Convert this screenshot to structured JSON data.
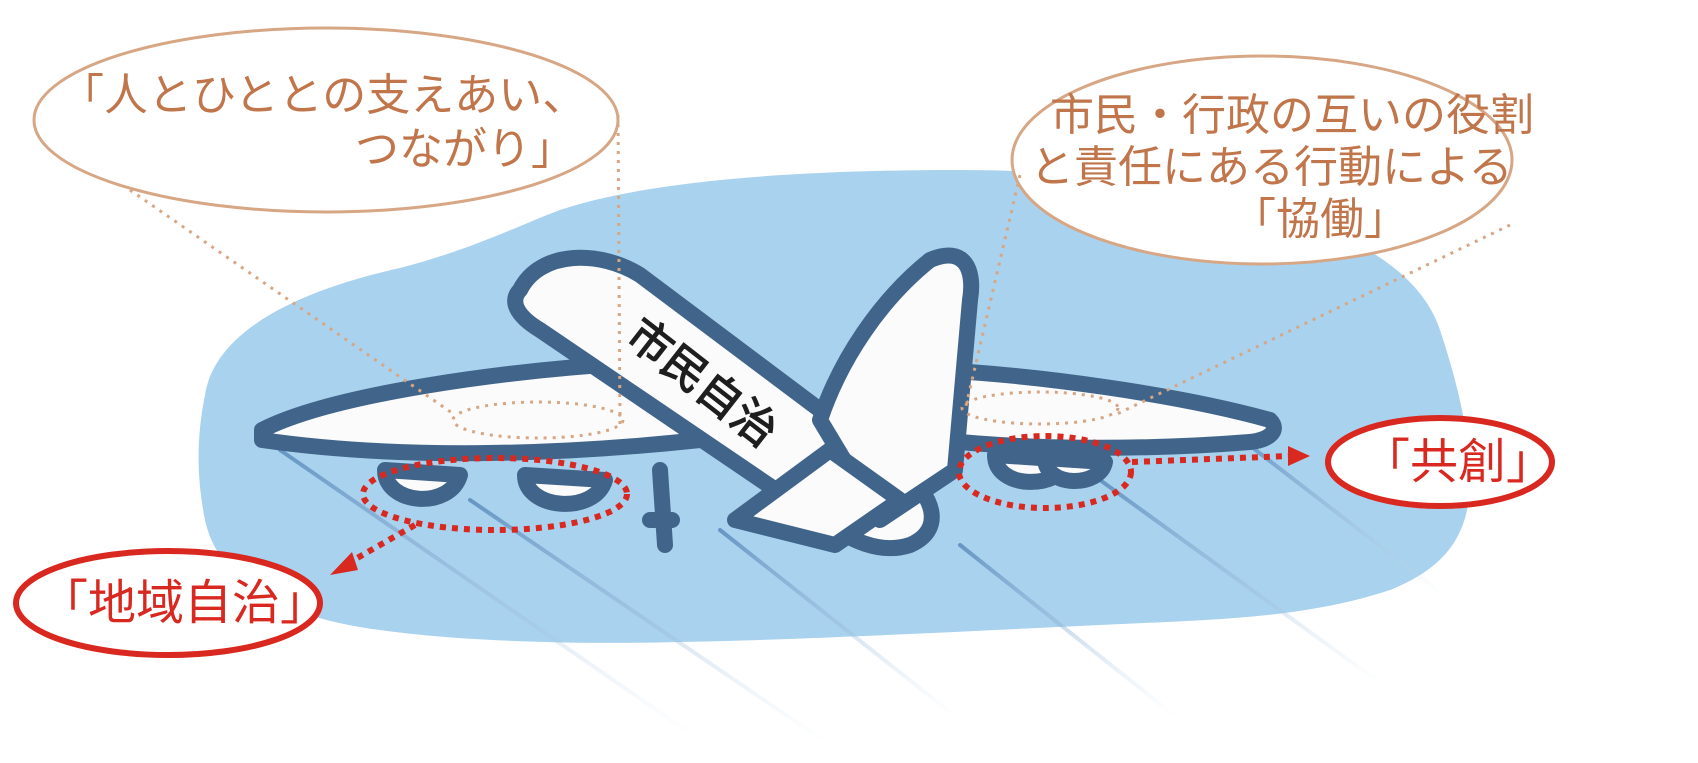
{
  "callouts": {
    "top_left_line1": "「人とひととの支えあい、",
    "top_left_line2": "つながり」",
    "top_right_line1": "市民・行政の互いの役割",
    "top_right_line2": "と責任にある行動による",
    "top_right_line3": "「協働」"
  },
  "plane_label": "市民自治",
  "left_box": "「地域自治」",
  "right_box": "「共創」",
  "colors": {
    "sky": "#a9d2ee",
    "plane_outline": "#41658a",
    "plane_body": "#fbfbfb",
    "bubble_stroke": "#d7a684",
    "accent_red": "#d8281f",
    "trail": "#7fa9cf"
  }
}
